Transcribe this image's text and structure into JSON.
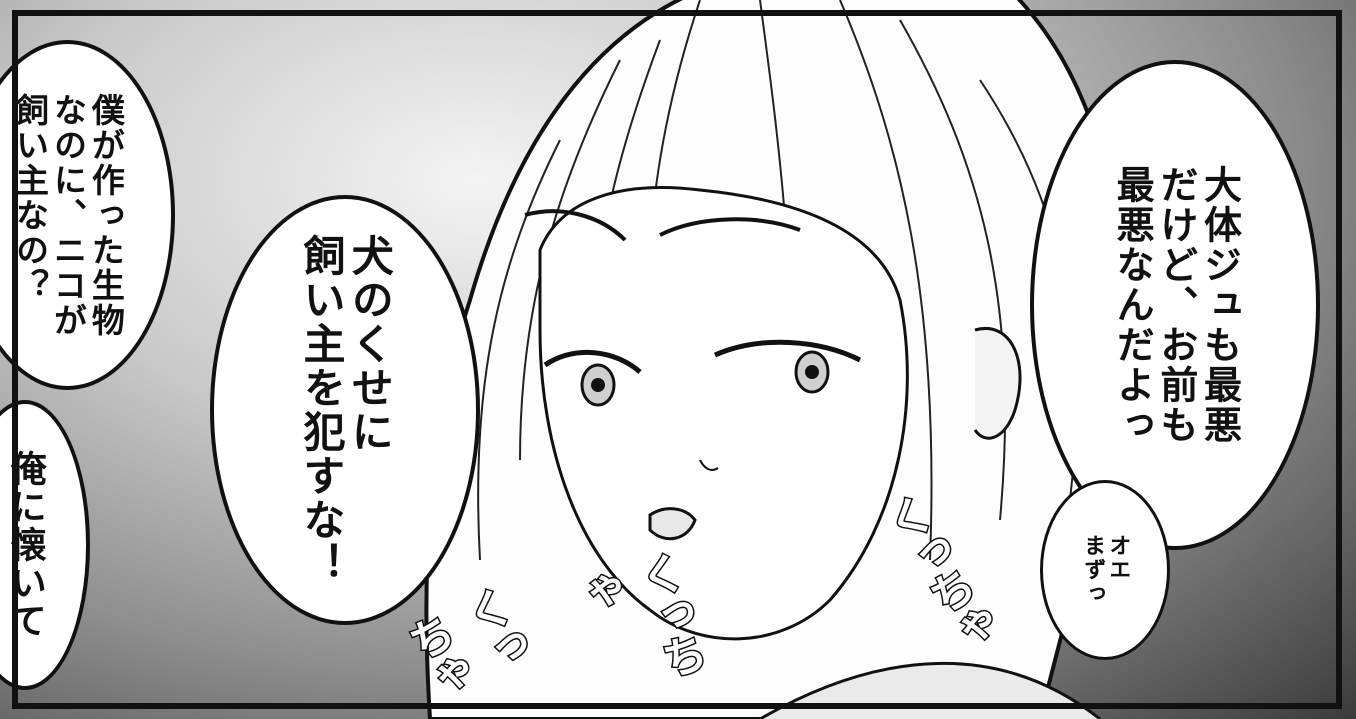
{
  "speech": {
    "left_top": "僕が作った生物\nなのに、ニコが\n飼い主なの？",
    "left_bottom": "俺に懐いて",
    "center": "犬のくせに\n飼い主を犯すな！",
    "right": "大体ジュも最悪\nだけど、お前も\n最悪なんだよっ",
    "small": "オエ\nまずっ"
  },
  "sfx": {
    "chew1": "くっちゃ",
    "chew2": "くっちゃ",
    "chew3": "くっちゃ"
  }
}
